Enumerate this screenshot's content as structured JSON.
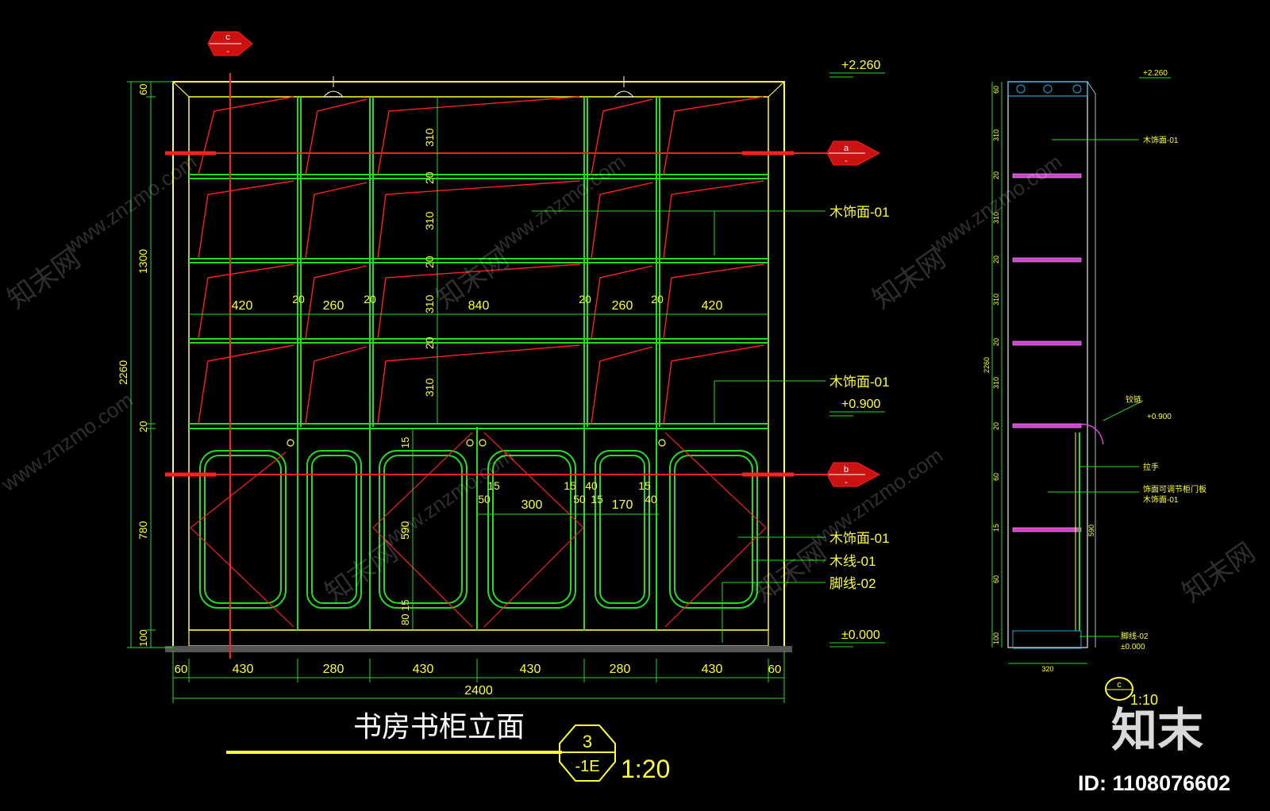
{
  "colors": {
    "background": "#000000",
    "frame": "#ffff33",
    "structure": "#22dd22",
    "section_line": "#ff2020",
    "leader": "#22dd22",
    "shelf_section": "#cc44cc",
    "text": "#ffff33",
    "watermark": "#ffffff"
  },
  "elevation": {
    "title": "书房书柜立面",
    "tag_number": "3",
    "tag_sheet": "-1E",
    "scale": "1:20",
    "levels": {
      "top": "+2.260",
      "mid": "+0.900",
      "floor": "±0.000"
    },
    "section_marks": {
      "c": "c",
      "a": "a",
      "b": "b",
      "dash": "-"
    },
    "callouts": [
      "木饰面-01",
      "木饰面-01",
      "木饰面-01",
      "木线-01",
      "脚线-02"
    ],
    "left_dims": [
      "60",
      "1300",
      "20",
      "780",
      "100",
      "2260"
    ],
    "shelf_dims": [
      "310",
      "20",
      "310",
      "20",
      "310",
      "20",
      "310"
    ],
    "width_labels": [
      "420",
      "20",
      "260",
      "20",
      "840",
      "20",
      "260",
      "20",
      "420"
    ],
    "door_dims": [
      "15",
      "50",
      "300",
      "15",
      "50",
      "40",
      "15",
      "170",
      "15",
      "40"
    ],
    "door_vertical": [
      "15",
      "590",
      "80",
      "15"
    ],
    "bottom_dims": [
      "60",
      "430",
      "280",
      "430",
      "430",
      "280",
      "430",
      "60"
    ],
    "total_width": "2400"
  },
  "section": {
    "level_top": "+2.260",
    "level_mid": "+0.900",
    "level_floor": "±0.000",
    "mark": "c",
    "scale": "1:10",
    "dims_left": [
      "60",
      "310",
      "20",
      "310",
      "20",
      "310",
      "20",
      "310",
      "20",
      "60",
      "15",
      "590",
      "60",
      "100"
    ],
    "overall": "2260",
    "bottom_dim": "320",
    "labels": [
      "木饰面-01",
      "铰链",
      "拉手",
      "饰面可调节柜门板",
      "木饰面-01",
      "脚线-02"
    ]
  },
  "watermark": {
    "brand": "知末",
    "site": "www.znzmo.com",
    "net": "知末网",
    "id": "ID: 1108076602"
  }
}
